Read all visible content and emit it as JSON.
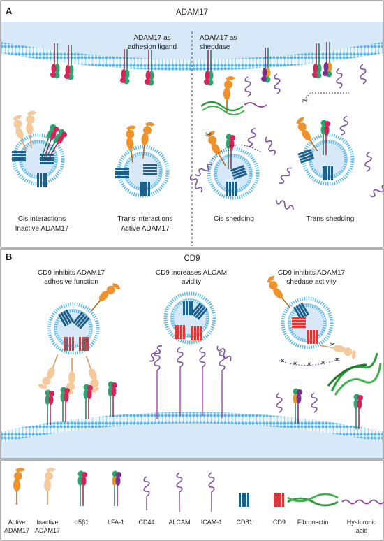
{
  "panel_a": {
    "letter": "A",
    "title": "ADAM17",
    "left_header": [
      "ADAM17 as",
      "adhesion ligand"
    ],
    "right_header": [
      "ADAM17 as",
      "sheddase"
    ],
    "captions": {
      "cis_interactions": [
        "Cis interactions",
        "Inactive ADAM17"
      ],
      "trans_interactions": [
        "Trans interactions",
        "Active ADAM17"
      ],
      "cis_shedding": [
        "Cis shedding"
      ],
      "trans_shedding": [
        "Trans shedding"
      ]
    }
  },
  "panel_b": {
    "letter": "B",
    "title": "CD9",
    "headers": {
      "inhibits_adhesive": [
        "CD9 inhibits ADAM17",
        "adhesive function"
      ],
      "increases_avidity": [
        "CD9 increases ALCAM",
        "avidity"
      ],
      "inhibits_sheddase": [
        "CD9 inhibits ADAM17",
        "shedase activity"
      ]
    }
  },
  "legend": {
    "items": [
      {
        "lines": [
          "Active",
          "ADAM17"
        ],
        "icon": "active-adam17-icon"
      },
      {
        "lines": [
          "Inactive",
          "ADAM17"
        ],
        "icon": "inactive-adam17-icon"
      },
      {
        "lines": [
          "α5β1"
        ],
        "icon": "alpha5beta1-icon"
      },
      {
        "lines": [
          "LFA-1"
        ],
        "icon": "lfa1-icon"
      },
      {
        "lines": [
          "CD44"
        ],
        "icon": "cd44-icon"
      },
      {
        "lines": [
          "ALCAM"
        ],
        "icon": "alcam-icon"
      },
      {
        "lines": [
          "ICAM-1"
        ],
        "icon": "icam1-icon"
      },
      {
        "lines": [
          "CD81"
        ],
        "icon": "cd81-icon"
      },
      {
        "lines": [
          "CD9"
        ],
        "icon": "cd9-icon"
      },
      {
        "lines": [
          "Fibronectin"
        ],
        "icon": "fibronectin-icon"
      },
      {
        "lines": [
          "Hyaluronic",
          "acid"
        ],
        "icon": "hyaluronic-acid-icon"
      }
    ]
  },
  "colors": {
    "membrane": "#5bb8e6",
    "membrane_fill": "#d7e9f8",
    "active_adam17": "#f0922b",
    "inactive_adam17": "#f6c99a",
    "integrin_green": "#2aa56e",
    "integrin_pink": "#d6245b",
    "lfa1_purple": "#7b2f8f",
    "cd81": "#1f5f8b",
    "cd9": "#d83a3a",
    "fibronectin": "#2a9a3a",
    "hyaluronic": "#8a3a9a"
  }
}
